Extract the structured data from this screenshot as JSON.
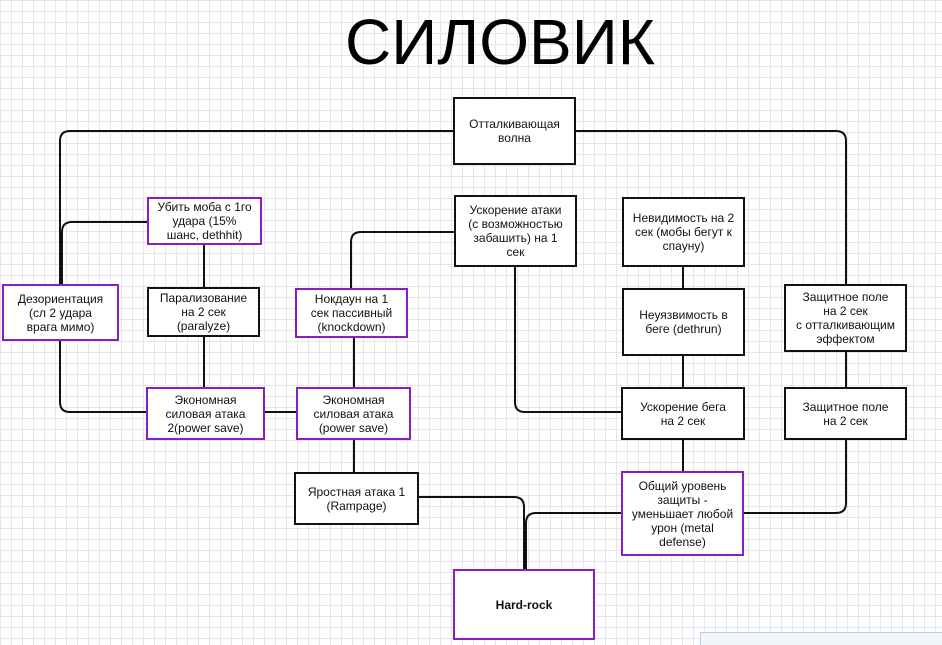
{
  "title": "СИЛОВИК",
  "colors": {
    "line": "#111111",
    "box_border": "#111111",
    "accent_border": "#8a1dc8",
    "grid": "#e3e6ee"
  },
  "nodes": {
    "wave": "Отталкивающая\nволна",
    "kill_mob": "Убить моба с 1го\nудара (15%\nшанс, dethhit)",
    "attack_speed": "Ускорение атаки\n(с возможностью\nзабашить) на 1\nсек",
    "invisibility": "Невидимость на 2\nсек (мобы бегут к\nспауну)",
    "disorientation": "Дезориентация\n(сл 2 удара\nврага мимо)",
    "paralyze": "Парализование\nна 2 сек\n(paralyze)",
    "knockdown": "Нокдаун на 1\nсек пассивный\n(knockdown)",
    "invulnerability": "Неуязвимость в\nбеге (dethrun)",
    "shield_push": "Защитное поле\nна 2 сек\nс отталкивающим\nэффектом",
    "power_save_2": "Экономная\nсиловая атака\n2(power save)",
    "power_save": "Экономная\nсиловая атака\n(power save)",
    "run_speed": "Ускорение бега\nна 2 сек",
    "shield": "Защитное поле\nна 2 сек",
    "rampage": "Яростная атака 1\n(Rampage)",
    "metal_defense": "Общий уровень\nзащиты -\nуменьшает любой\nурон (metal\ndefense)",
    "hard_rock": "Hard-rock"
  }
}
